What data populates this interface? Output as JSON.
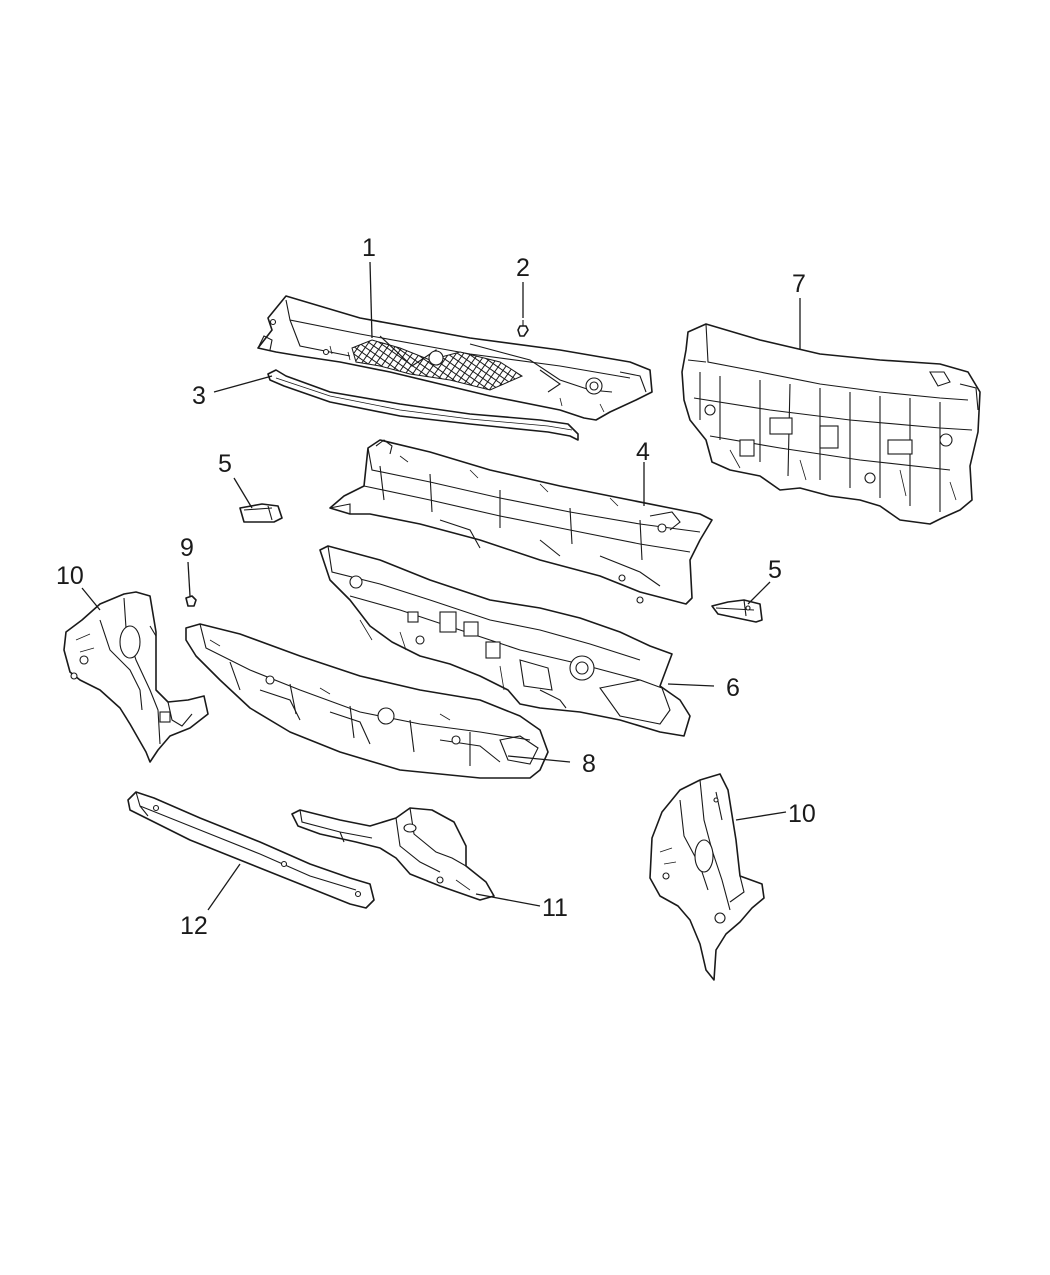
{
  "diagram": {
    "colors": {
      "line": "#1a1a1a",
      "background": "#ffffff"
    },
    "callouts": [
      {
        "id": "c1",
        "label": "1"
      },
      {
        "id": "c2",
        "label": "2"
      },
      {
        "id": "c3",
        "label": "3"
      },
      {
        "id": "c4",
        "label": "4"
      },
      {
        "id": "c5a",
        "label": "5"
      },
      {
        "id": "c5b",
        "label": "5"
      },
      {
        "id": "c6",
        "label": "6"
      },
      {
        "id": "c7",
        "label": "7"
      },
      {
        "id": "c8",
        "label": "8"
      },
      {
        "id": "c9",
        "label": "9"
      },
      {
        "id": "c10a",
        "label": "10"
      },
      {
        "id": "c10b",
        "label": "10"
      },
      {
        "id": "c11",
        "label": "11"
      },
      {
        "id": "c12",
        "label": "12"
      }
    ]
  }
}
